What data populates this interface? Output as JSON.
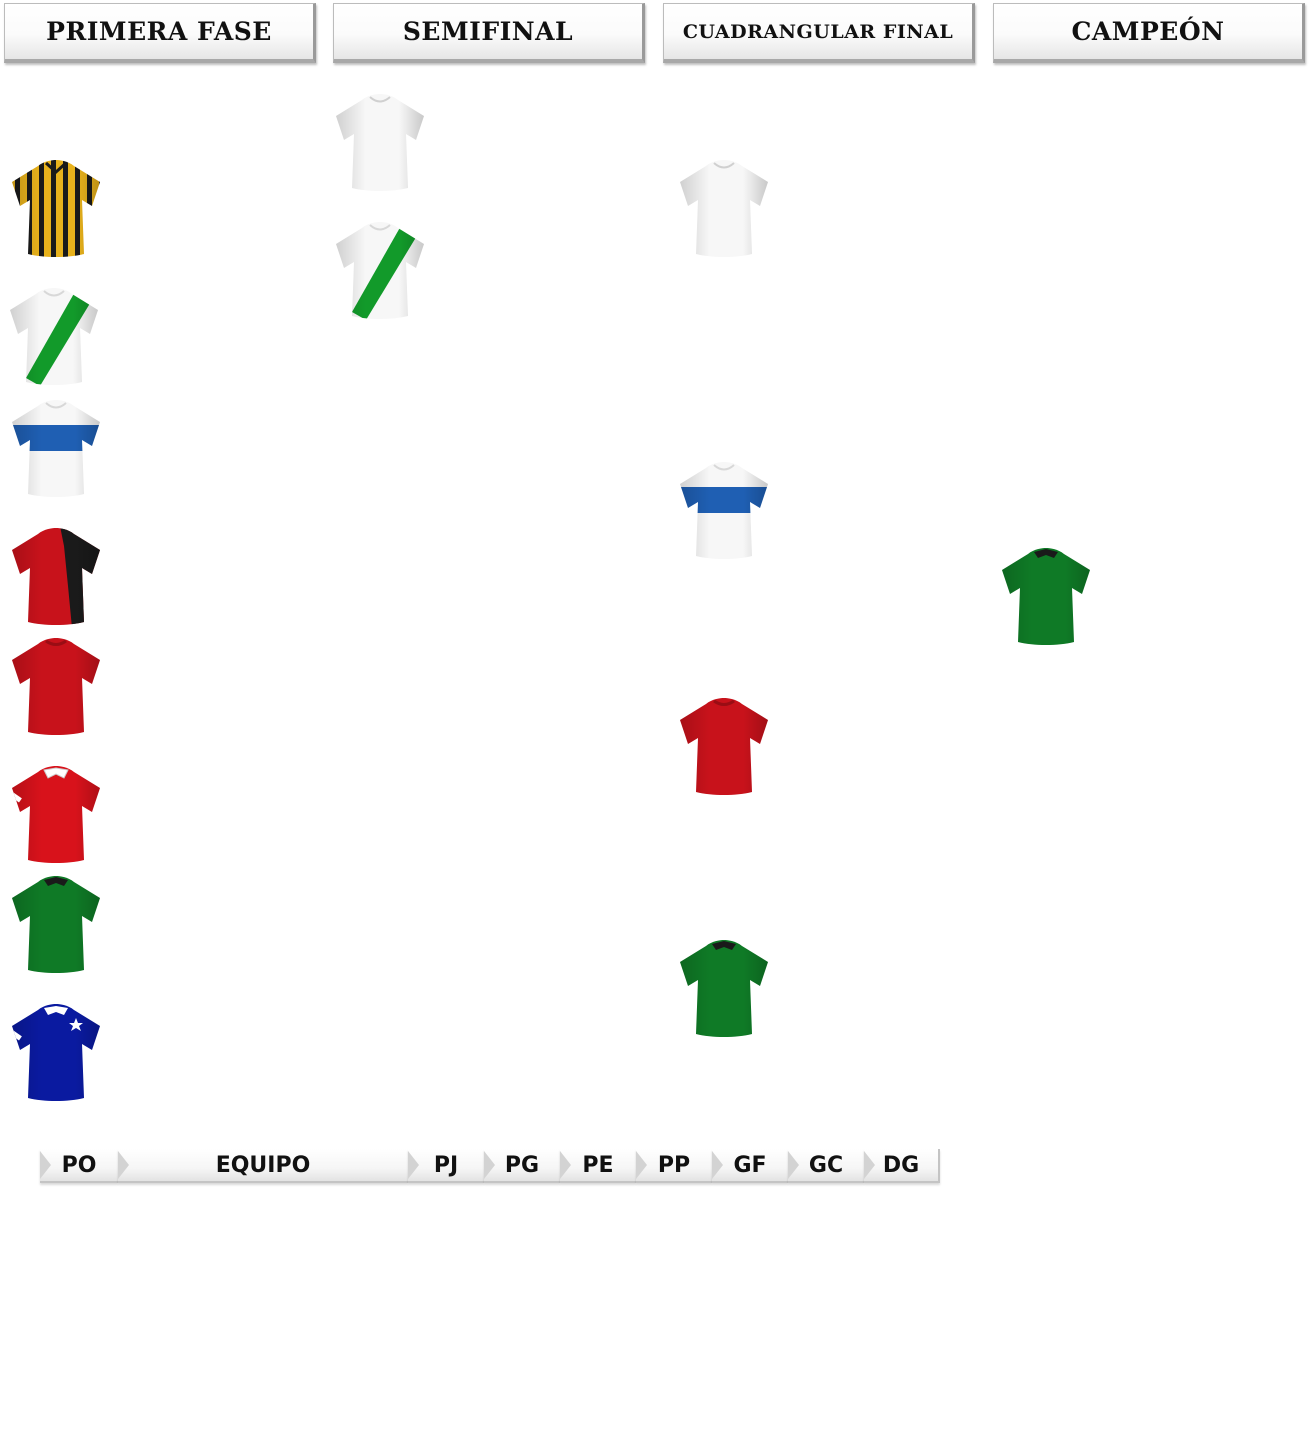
{
  "stages": {
    "primera_fase": "PRIMERA FASE",
    "semifinal": "SEMIFINAL",
    "cuadrangular_final": "CUADRANGULAR FINAL",
    "campeon": "CAMPEÓN"
  },
  "standings_header": [
    "PO",
    "EQUIPO",
    "PJ",
    "PG",
    "PE",
    "PP",
    "GF",
    "GC",
    "DG"
  ],
  "jerseys": {
    "primera_fase": [
      "yellow-black-stripes-jersey-icon",
      "white-green-sash-jersey-icon",
      "white-blue-band-jersey-icon",
      "red-black-half-jersey-icon",
      "red-jersey-icon",
      "red-white-collar-jersey-icon",
      "green-jersey-icon",
      "blue-star-jersey-icon"
    ],
    "semifinal": [
      "white-jersey-icon",
      "white-green-sash-jersey-icon"
    ],
    "cuadrangular_final": [
      "white-jersey-icon",
      "white-blue-band-jersey-icon",
      "red-jersey-icon",
      "green-jersey-icon"
    ],
    "campeon": [
      "green-jersey-icon"
    ]
  },
  "colors": {
    "yellow": "#e8b21c",
    "black": "#1a1a1a",
    "white": "#f7f7f7",
    "green_sash": "#129a2a",
    "blue_band": "#1f5fb3",
    "red": "#c8121b",
    "green": "#0f7a26",
    "navy": "#0a1aa0"
  }
}
